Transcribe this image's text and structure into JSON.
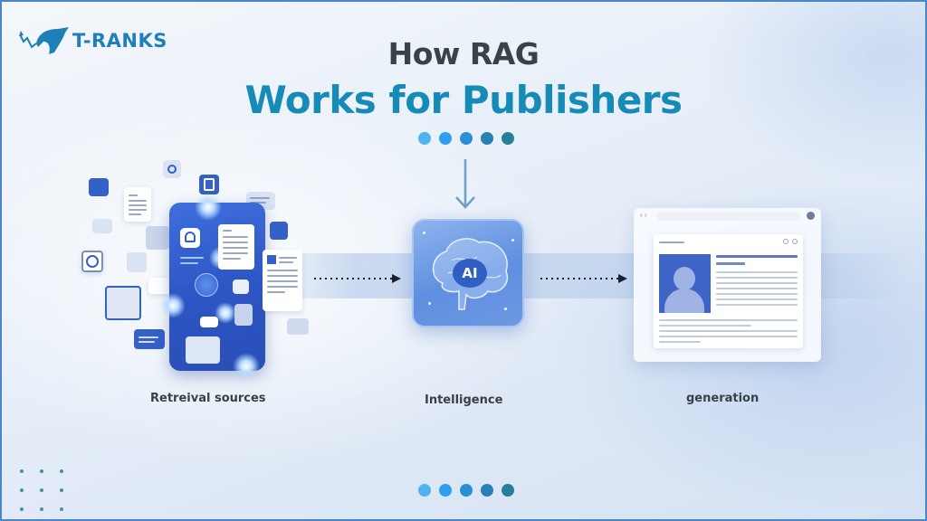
{
  "brand": {
    "name": "T-RANKS",
    "color": "#1f7fb8"
  },
  "title": {
    "line1": "How RAG",
    "line2": "Works for Publishers",
    "line1_color": "#3b4149",
    "line2_color": "#168bb8"
  },
  "progress_dots": {
    "colors": [
      "#4fb3f0",
      "#2e9ff0",
      "#2b8fd6",
      "#2a7fb7",
      "#267f98"
    ]
  },
  "stages": [
    {
      "id": "retrieval",
      "label": "Retreival sources",
      "icon": "phone-documents-icon"
    },
    {
      "id": "intelligence",
      "label": "Intelligence",
      "icon": "ai-brain-icon",
      "badge": "AI"
    },
    {
      "id": "generation",
      "label": "generation",
      "icon": "browser-article-icon"
    }
  ],
  "browser": {
    "nav": "‹ ›"
  },
  "colors": {
    "accent_blue": "#3560c7",
    "frame_border": "#4a86c8",
    "arrow": "#1c2030"
  }
}
